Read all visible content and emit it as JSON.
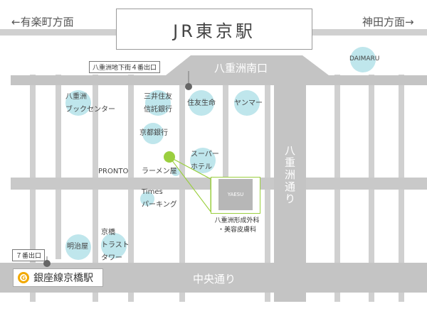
{
  "header": {
    "left_direction": "←有楽町方面",
    "right_direction": "神田方面→",
    "station": "JR東京駅"
  },
  "roads": {
    "yaesu_south_exit": "八重洲南口",
    "yaesu_dori": "八重洲通り",
    "chuo_dori": "中央通り"
  },
  "exits": {
    "underground_exit_4": "八重洲地下街４番出口",
    "exit_7": "７番出口"
  },
  "landmarks": {
    "daimaru": "DAIMARU",
    "yaesu_book_center": [
      "八重洲",
      "ブックセンター"
    ],
    "mitsui_sumitomo": [
      "三井住友",
      "信託銀行"
    ],
    "sumitomo_life": "住友生命",
    "yanmar": "ヤンマー",
    "kyoto_bank": "京都銀行",
    "super_hotel": [
      "スーパー",
      "ホテル"
    ],
    "pronto": "PRONTO",
    "ramen": "ラーメン屋",
    "times_parking": [
      "Times",
      "パーキング"
    ],
    "meijiya": "明治屋",
    "kyobashi_trust_tower": [
      "京橋",
      "トラスト",
      "タワー"
    ]
  },
  "clinic": {
    "sign": "YAESU",
    "label_lines": [
      "八重洲形成外科",
      "・美容皮膚科"
    ]
  },
  "metro": {
    "icon_letter": "G",
    "name": "銀座線京橋駅"
  },
  "colors": {
    "road": "#c9c9c9",
    "background": "#ffffff",
    "landmark_circle": "#bfe6ec",
    "clinic_marker": "#9bcf3f",
    "metro_icon": "#f2a900"
  }
}
